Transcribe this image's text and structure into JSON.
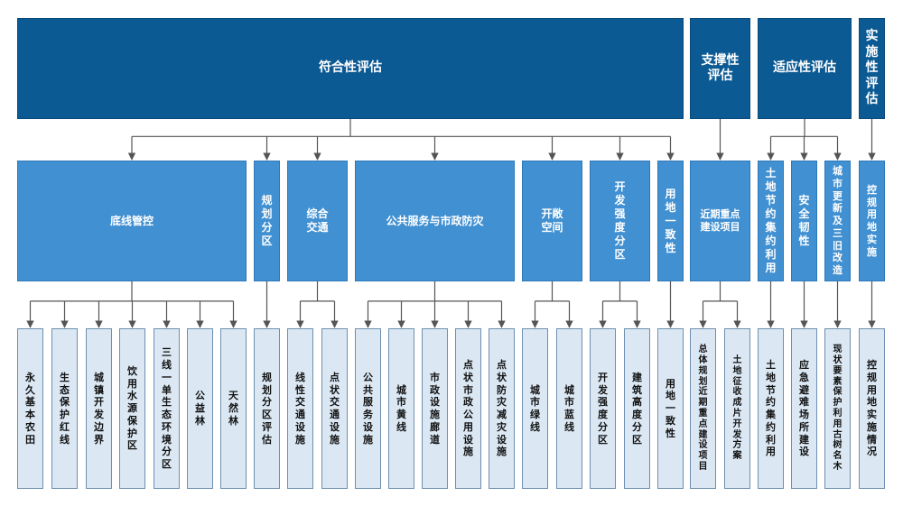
{
  "top": [
    {
      "id": "t1",
      "label": "符合性评估"
    },
    {
      "id": "t2",
      "label": "支撑性\n评估"
    },
    {
      "id": "t3",
      "label": "适应性评估"
    },
    {
      "id": "t4",
      "label": "实施性评估"
    }
  ],
  "middle": [
    {
      "id": "m1",
      "label": "底线管控"
    },
    {
      "id": "m2",
      "label": "规划分区"
    },
    {
      "id": "m3",
      "label": "综合\n交通"
    },
    {
      "id": "m4",
      "label": "公共服务与市政防灾"
    },
    {
      "id": "m5",
      "label": "开敞\n空间"
    },
    {
      "id": "m6",
      "label": "开发强度分区"
    },
    {
      "id": "m7",
      "label": "用地一致性"
    },
    {
      "id": "m8",
      "label": "近期重点\n建设项目"
    },
    {
      "id": "m9",
      "label": "土地节约集约利用"
    },
    {
      "id": "m10",
      "label": "安全韧性"
    },
    {
      "id": "m11",
      "label": "城市更新及三旧改造"
    },
    {
      "id": "m12",
      "label": "控规用地实施"
    }
  ],
  "leaves": [
    {
      "id": "l1",
      "label": "永久基本农田"
    },
    {
      "id": "l2",
      "label": "生态保护红线"
    },
    {
      "id": "l3",
      "label": "城镇开发边界"
    },
    {
      "id": "l4",
      "label": "饮用水源保护区"
    },
    {
      "id": "l5",
      "label": "三线一单生态环境分区"
    },
    {
      "id": "l6",
      "label": "公益林"
    },
    {
      "id": "l7",
      "label": "天然林"
    },
    {
      "id": "l8",
      "label": "规划分区评估"
    },
    {
      "id": "l9",
      "label": "线性交通设施"
    },
    {
      "id": "l10",
      "label": "点状交通设施"
    },
    {
      "id": "l11",
      "label": "公共服务设施"
    },
    {
      "id": "l12",
      "label": "城市黄线"
    },
    {
      "id": "l13",
      "label": "市政设施廊道"
    },
    {
      "id": "l14",
      "label": "点状市政公用设施"
    },
    {
      "id": "l15",
      "label": "点状防灾减灾设施"
    },
    {
      "id": "l16",
      "label": "城市绿线"
    },
    {
      "id": "l17",
      "label": "城市蓝线"
    },
    {
      "id": "l18",
      "label": "开发强度分区"
    },
    {
      "id": "l19",
      "label": "建筑高度分区"
    },
    {
      "id": "l20",
      "label": "用地一致性"
    },
    {
      "id": "l21",
      "label": "总体规划近期重点建设项目"
    },
    {
      "id": "l22",
      "label": "土地征收成片开发方案"
    },
    {
      "id": "l23",
      "label": "土地节约集约利用"
    },
    {
      "id": "l24",
      "label": "应急避难场所建设"
    },
    {
      "id": "l25",
      "label": "现状要素保护利用古树名木"
    },
    {
      "id": "l26",
      "label": "控规用地实施情况"
    }
  ],
  "edges": [
    [
      "t1",
      "m1"
    ],
    [
      "t1",
      "m2"
    ],
    [
      "t1",
      "m3"
    ],
    [
      "t1",
      "m4"
    ],
    [
      "t1",
      "m5"
    ],
    [
      "t1",
      "m6"
    ],
    [
      "t1",
      "m7"
    ],
    [
      "t2",
      "m8"
    ],
    [
      "t3",
      "m9"
    ],
    [
      "t3",
      "m10"
    ],
    [
      "t3",
      "m11"
    ],
    [
      "t4",
      "m12"
    ],
    [
      "m1",
      "l1"
    ],
    [
      "m1",
      "l2"
    ],
    [
      "m1",
      "l3"
    ],
    [
      "m1",
      "l4"
    ],
    [
      "m1",
      "l5"
    ],
    [
      "m1",
      "l6"
    ],
    [
      "m1",
      "l7"
    ],
    [
      "m2",
      "l8"
    ],
    [
      "m3",
      "l9"
    ],
    [
      "m3",
      "l10"
    ],
    [
      "m4",
      "l11"
    ],
    [
      "m4",
      "l12"
    ],
    [
      "m4",
      "l13"
    ],
    [
      "m4",
      "l14"
    ],
    [
      "m4",
      "l15"
    ],
    [
      "m5",
      "l16"
    ],
    [
      "m5",
      "l17"
    ],
    [
      "m6",
      "l18"
    ],
    [
      "m6",
      "l19"
    ],
    [
      "m7",
      "l20"
    ],
    [
      "m8",
      "l21"
    ],
    [
      "m8",
      "l22"
    ],
    [
      "m9",
      "l23"
    ],
    [
      "m10",
      "l24"
    ],
    [
      "m11",
      "l25"
    ],
    [
      "m12",
      "l26"
    ]
  ]
}
